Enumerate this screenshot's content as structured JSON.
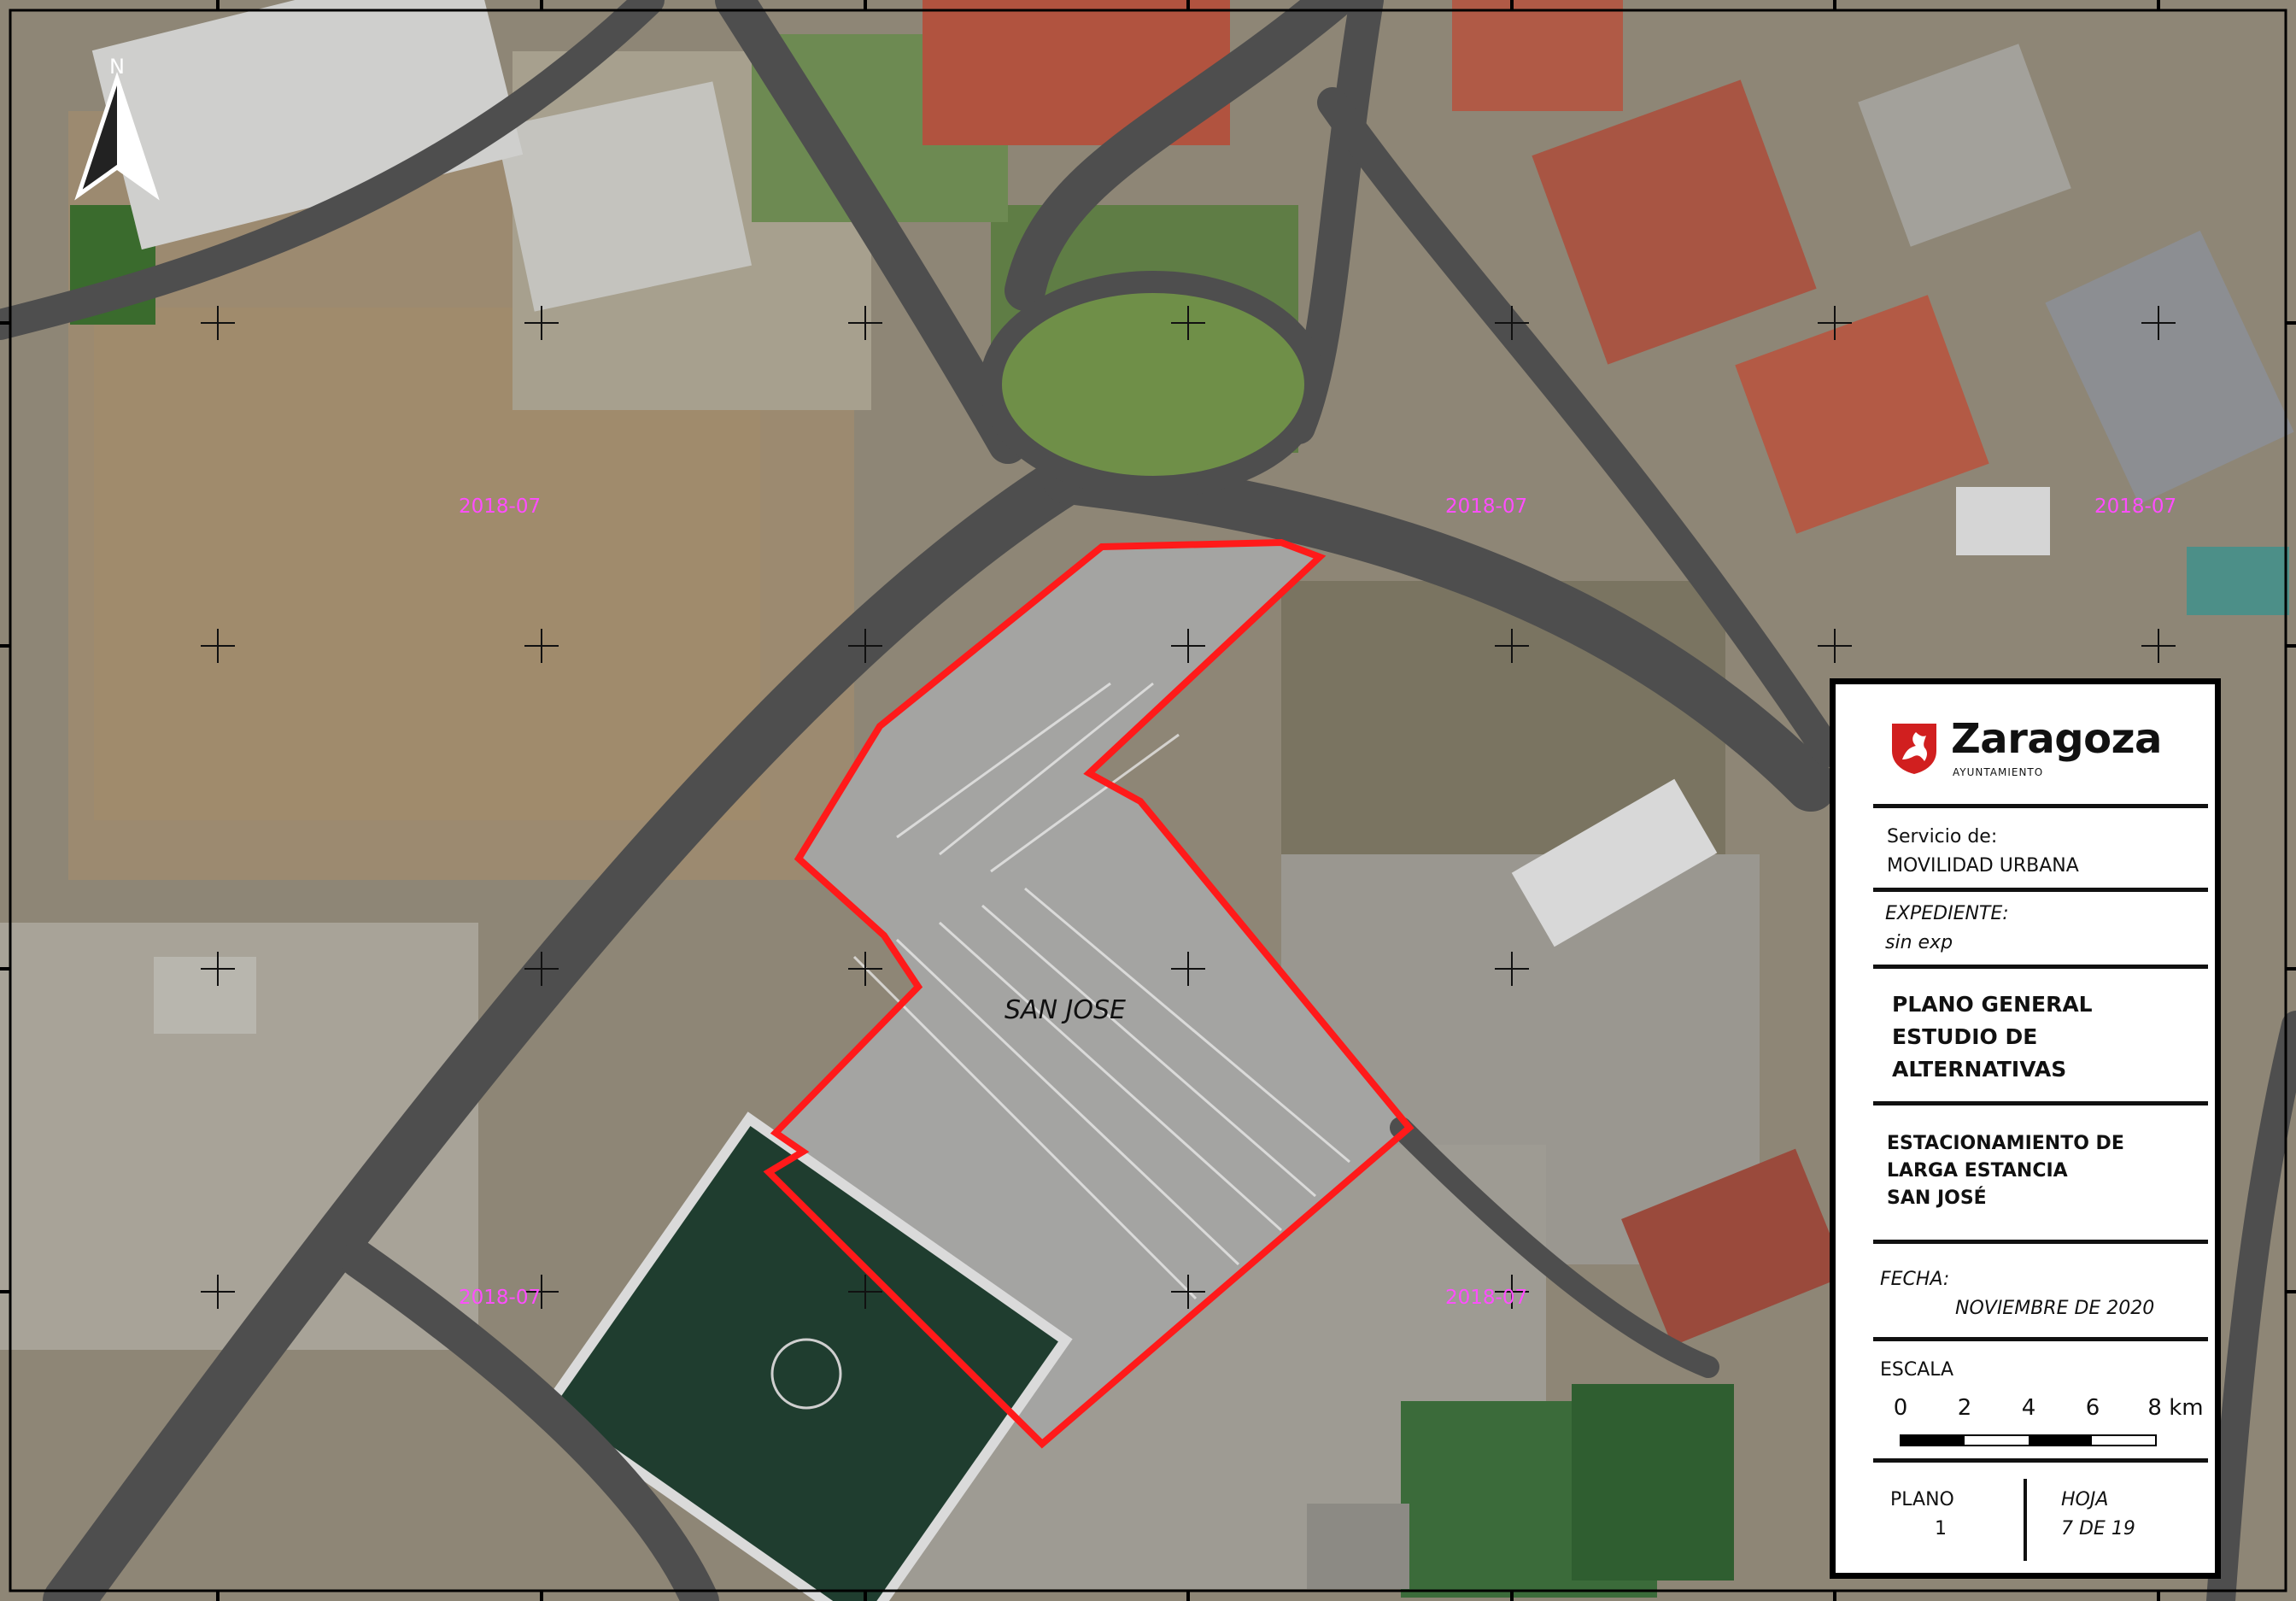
{
  "map": {
    "place_label": "SAN JOSE",
    "date_stamps": [
      "2018-07",
      "2018-07",
      "2018-07",
      "2018-07",
      "2018-07"
    ],
    "north_arrow_letter": "N",
    "boundary_color": "#ff1a1a"
  },
  "cartouche": {
    "logo_name": "Zaragoza",
    "logo_subtitle": "AYUNTAMIENTO",
    "service_label": "Servicio de:",
    "service_value": "MOVILIDAD URBANA",
    "expediente_label": "EXPEDIENTE:",
    "expediente_value": "sin exp",
    "title_lines": [
      "PLANO GENERAL",
      "ESTUDIO DE",
      "ALTERNATIVAS"
    ],
    "subject_lines": [
      "ESTACIONAMIENTO DE",
      "LARGA ESTANCIA",
      "SAN JOSÉ"
    ],
    "fecha_label": "FECHA:",
    "fecha_value": "NOVIEMBRE DE 2020",
    "escala_label": "ESCALA",
    "scale_ticks": [
      "0",
      "2",
      "4",
      "6",
      "8 km"
    ],
    "plano_label": "PLANO",
    "plano_value": "1",
    "hoja_label": "HOJA",
    "hoja_value": "7 DE 19"
  }
}
